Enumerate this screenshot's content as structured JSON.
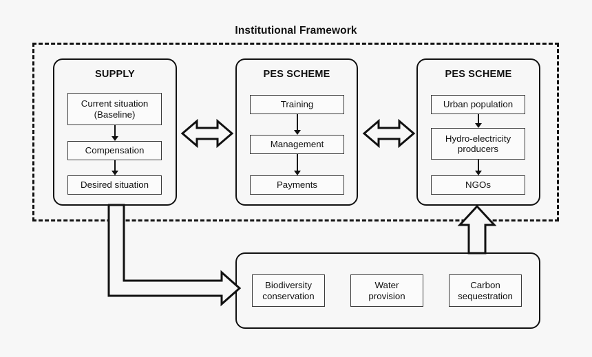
{
  "diagram": {
    "title": "Institutional Framework",
    "background_color": "#f7f7f7",
    "line_color": "#111111",
    "box_fill": "#fbfbfb"
  },
  "panels": {
    "supply": {
      "title": "SUPPLY",
      "boxes": [
        {
          "label": "Current situation\n(Baseline)",
          "line1": "Current situation",
          "line2": "(Baseline)"
        },
        {
          "label": "Compensation"
        },
        {
          "label": "Desired situation"
        }
      ]
    },
    "pes_scheme_middle": {
      "title": "PES SCHEME",
      "boxes": [
        {
          "label": "Training"
        },
        {
          "label": "Management"
        },
        {
          "label": "Payments"
        }
      ]
    },
    "pes_scheme_right": {
      "title": "PES SCHEME",
      "boxes": [
        {
          "label": "Urban population"
        },
        {
          "line1": "Hydro-electricity",
          "line2": "producers"
        },
        {
          "label": "NGOs"
        }
      ]
    },
    "ecosystem_services": {
      "boxes": [
        {
          "line1": "Biodiversity",
          "line2": "conservation"
        },
        {
          "line1": "Water",
          "line2": "provision"
        },
        {
          "line1": "Carbon",
          "line2": "sequestration"
        }
      ]
    }
  },
  "connectors": {
    "supply_to_pes_middle": "double-headed-arrow",
    "pes_middle_to_pes_right": "double-headed-arrow",
    "services_to_pes_right": "up-arrow",
    "supply_to_services": "elbow-arrow-down-right"
  }
}
